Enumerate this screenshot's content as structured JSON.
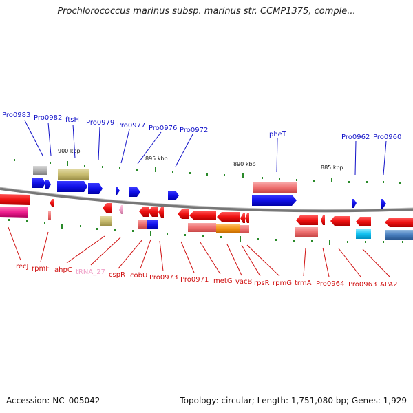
{
  "header": {
    "title": "Prochlorococcus marinus subsp. marinus str. CCMP1375, comple..."
  },
  "footer": {
    "accession": "Accession: NC_005042",
    "topology": "Topology: circular; Length: 1,751,080 bp; Genes: 1,929"
  },
  "scale_labels": {
    "kbp900": "900 kbp",
    "kbp895": "895 kbp",
    "kbp890": "890 kbp",
    "kbp885": "885 kbp"
  },
  "top_labels": {
    "pro0983": "Pro0983",
    "pro0982": "Pro0982",
    "ftsh": "ftsH",
    "pro0979": "Pro0979",
    "pro0977": "Pro0977",
    "pro0976": "Pro0976",
    "pro0972": "Pro0972",
    "phet": "pheT",
    "pro0962": "Pro0962",
    "pro0960": "Pro0960"
  },
  "bottom_labels": {
    "recj": "recJ",
    "rpmf": "rpmF",
    "ahpc": "ahpC",
    "trna27": "tRNA_27",
    "cspr": "cspR",
    "cobu": "cobU",
    "pro0973": "Pro0973",
    "pro0971": "Pro0971",
    "metg": "metG",
    "vacb": "vacB",
    "rpsr": "rpsR",
    "rpmg": "rpmG",
    "trma": "trmA",
    "pro0964": "Pro0964",
    "pro0963": "Pro0963",
    "apa2": "APA2"
  },
  "colors": {
    "forward_cds": "#1010e0",
    "reverse_cds": "#ee1111",
    "trna": "#f0a0c8",
    "backbone": "#777777",
    "label_blue": "#1010c8",
    "label_red": "#d01010"
  }
}
